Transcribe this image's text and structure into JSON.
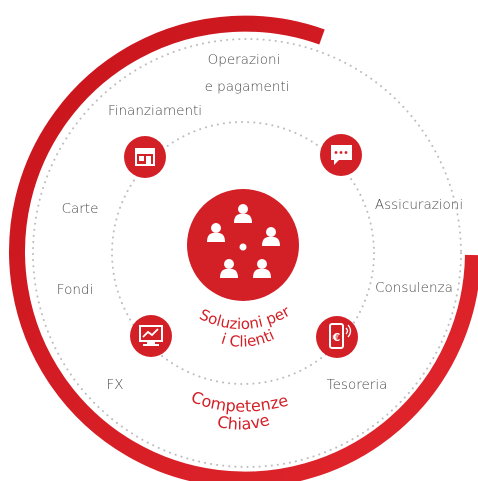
{
  "colors": {
    "accent": "#d31f26",
    "accent_dark": "#b5171d",
    "text": "#4a4a4a",
    "dots": "#b8b8b8"
  },
  "center": {
    "icon": "people-network-icon",
    "label_line1": "Soluzioni per",
    "label_line2": "i Clienti"
  },
  "ring_label": {
    "line1": "Competenze",
    "line2": "Chiave"
  },
  "labels": {
    "operazioni_line1": "Operazioni",
    "operazioni_line2": "e pagamenti",
    "finanziamenti": "Finanziamenti",
    "carte": "Carte",
    "fondi": "Fondi",
    "fx": "FX",
    "assicurazioni": "Assicurazioni",
    "consulenza": "Consulenza",
    "tesoreria": "Tesoreria"
  },
  "icons": {
    "top_left": "storefront-icon",
    "top_right": "chat-bubble-icon",
    "bottom_left": "monitor-chart-icon",
    "bottom_right": "mobile-euro-icon"
  }
}
